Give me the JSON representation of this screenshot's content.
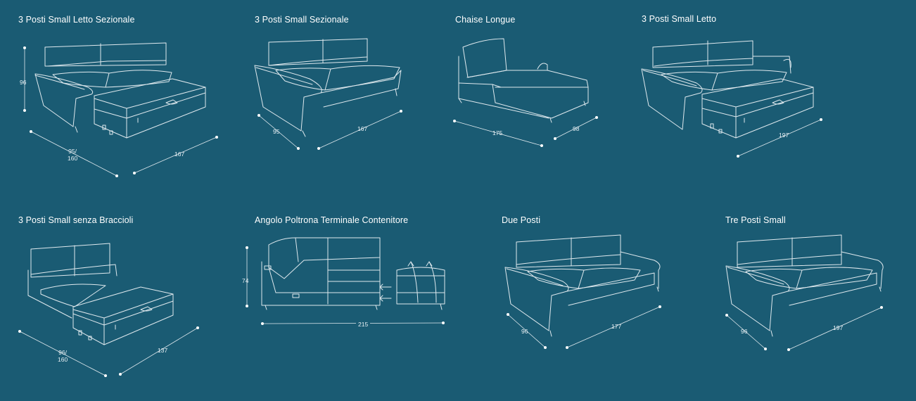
{
  "colors": {
    "background": "#1a5b73",
    "line": "#dfe9ee",
    "text": "#ffffff"
  },
  "models": [
    {
      "title": "3 Posti Small Letto Sezionale",
      "dims": [
        "96",
        "95/\n160",
        "167"
      ]
    },
    {
      "title": "3 Posti Small Sezionale",
      "dims": [
        "95",
        "167"
      ]
    },
    {
      "title": "Chaise Longue",
      "dims": [
        "175",
        "98"
      ]
    },
    {
      "title": "3 Posti Small Letto",
      "dims": [
        "197"
      ]
    },
    {
      "title": "3 Posti Small senza Braccioli",
      "dims": [
        "96/\n160",
        "137"
      ]
    },
    {
      "title": "Angolo Poltrona Terminale Contenitore",
      "dims": [
        "74",
        "215"
      ]
    },
    {
      "title": "Due Posti",
      "dims": [
        "96",
        "177"
      ]
    },
    {
      "title": "Tre Posti Small",
      "dims": [
        "96",
        "197"
      ]
    }
  ]
}
